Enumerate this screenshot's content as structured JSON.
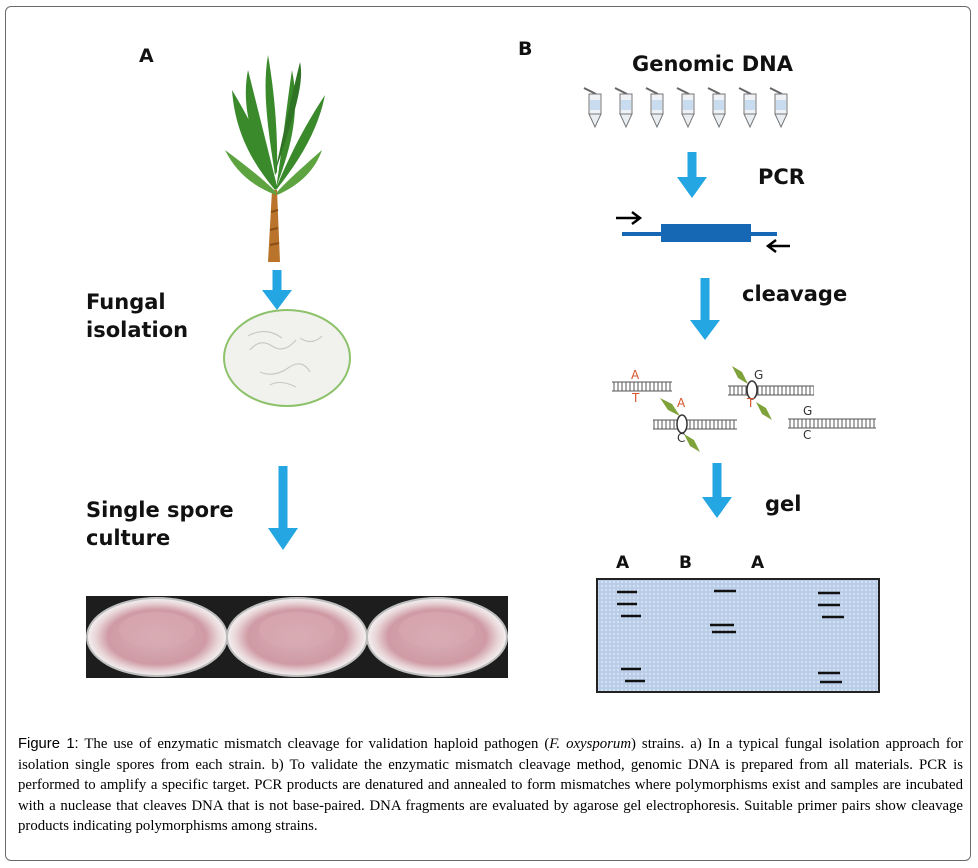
{
  "panel_a": {
    "letter": "A",
    "steps": {
      "fungal": "Fungal\nisolation",
      "single_spore": "Single spore\nculture"
    }
  },
  "panel_b": {
    "letter": "B",
    "steps": {
      "genomic": "Genomic DNA",
      "pcr": "PCR",
      "cleavage": "cleavage",
      "gel": "gel"
    },
    "base_labels": {
      "a1": "A",
      "t1": "T",
      "a2": "A",
      "c2": "C",
      "g3": "G",
      "t3": "T",
      "g4": "G",
      "c4": "C"
    },
    "gel_lane_labels": [
      "A",
      "B",
      "A"
    ]
  },
  "caption": {
    "label": "Figure 1:",
    "text_1": " The use of enzymatic mismatch cleavage for validation haploid pathogen (",
    "species": "F. oxysporum",
    "text_2": ") strains. a) In a typical fungal isolation approach for isolation single spores from each strain. b) To validate the enzymatic mismatch cleavage method, genomic DNA is prepared from all materials. PCR is performed to amplify a specific target. PCR products are denatured and annealed to form mismatches where polymorphisms exist and samples are incubated with a nuclease that cleaves DNA that is not base-paired. DNA fragments are evaluated by agarose gel electrophoresis. Suitable primer pairs show cleavage products indicating polymorphisms among strains."
  },
  "colors": {
    "arrow": "#23a6e2",
    "pcr_bar": "#1668b5",
    "gel_bg": "#b9cde8",
    "dish_pink": "#cf9aa4"
  }
}
